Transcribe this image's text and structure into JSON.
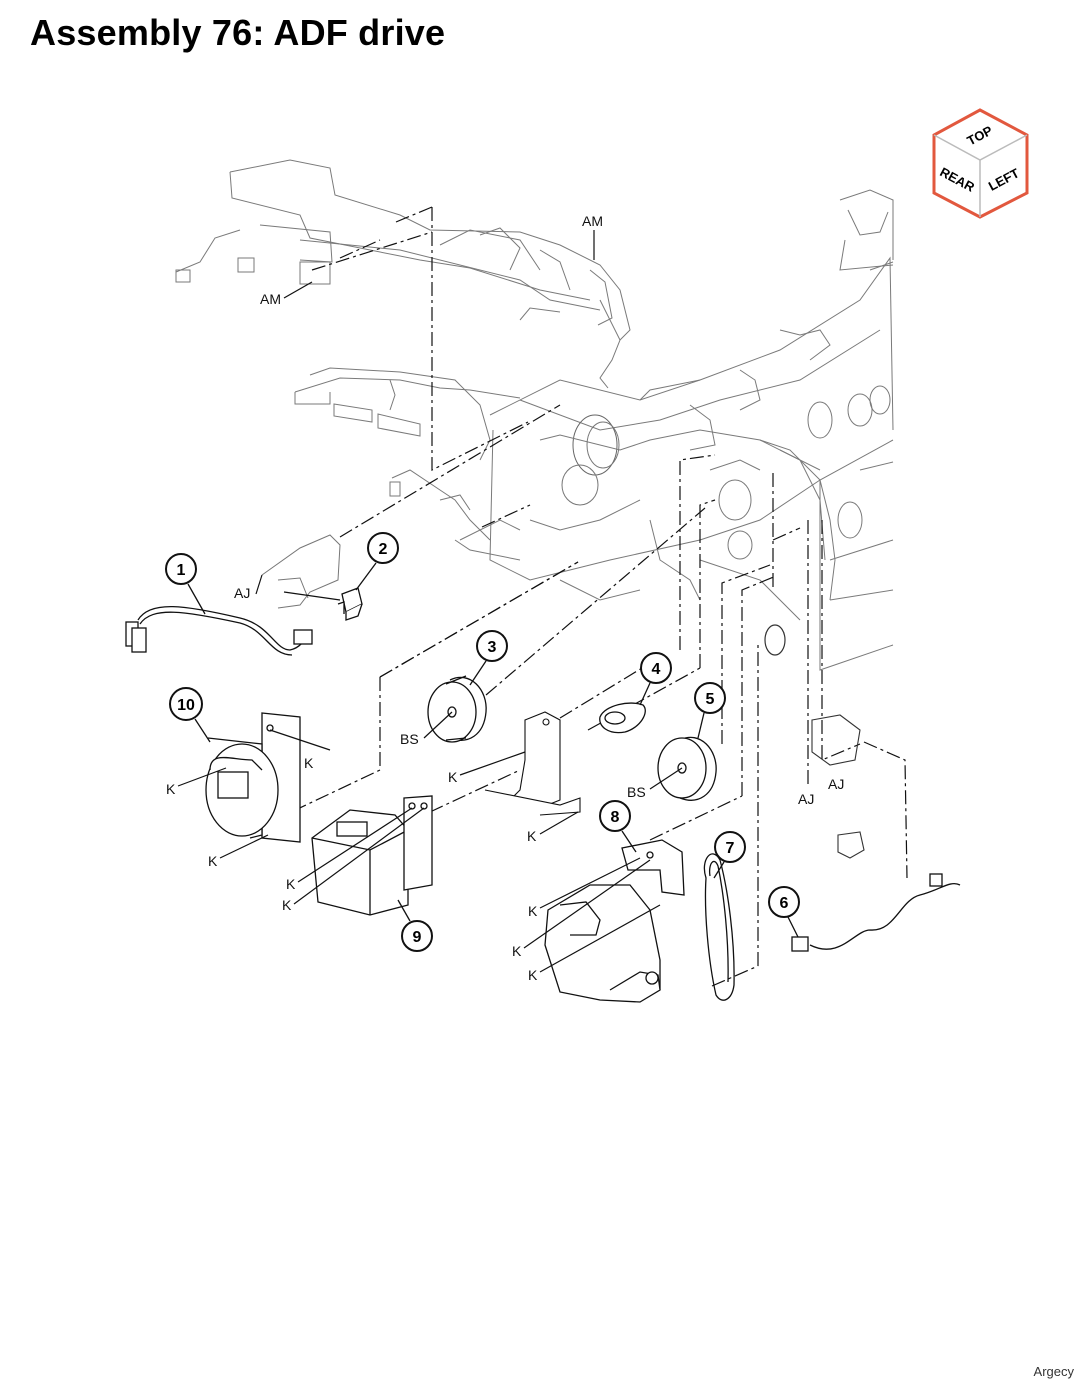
{
  "title": "Assembly 76: ADF drive",
  "watermark": "Argecy",
  "orientation_cube": {
    "border_color": "#e2583e",
    "faces": {
      "top": "TOP",
      "rear": "REAR",
      "left": "LEFT"
    }
  },
  "callouts": {
    "c1": "1",
    "c2": "2",
    "c3": "3",
    "c4": "4",
    "c5": "5",
    "c6": "6",
    "c7": "7",
    "c8": "8",
    "c9": "9",
    "c10": "10"
  },
  "reference_labels": {
    "am": "AM",
    "aj": "AJ",
    "bs": "BS",
    "k": "K"
  }
}
